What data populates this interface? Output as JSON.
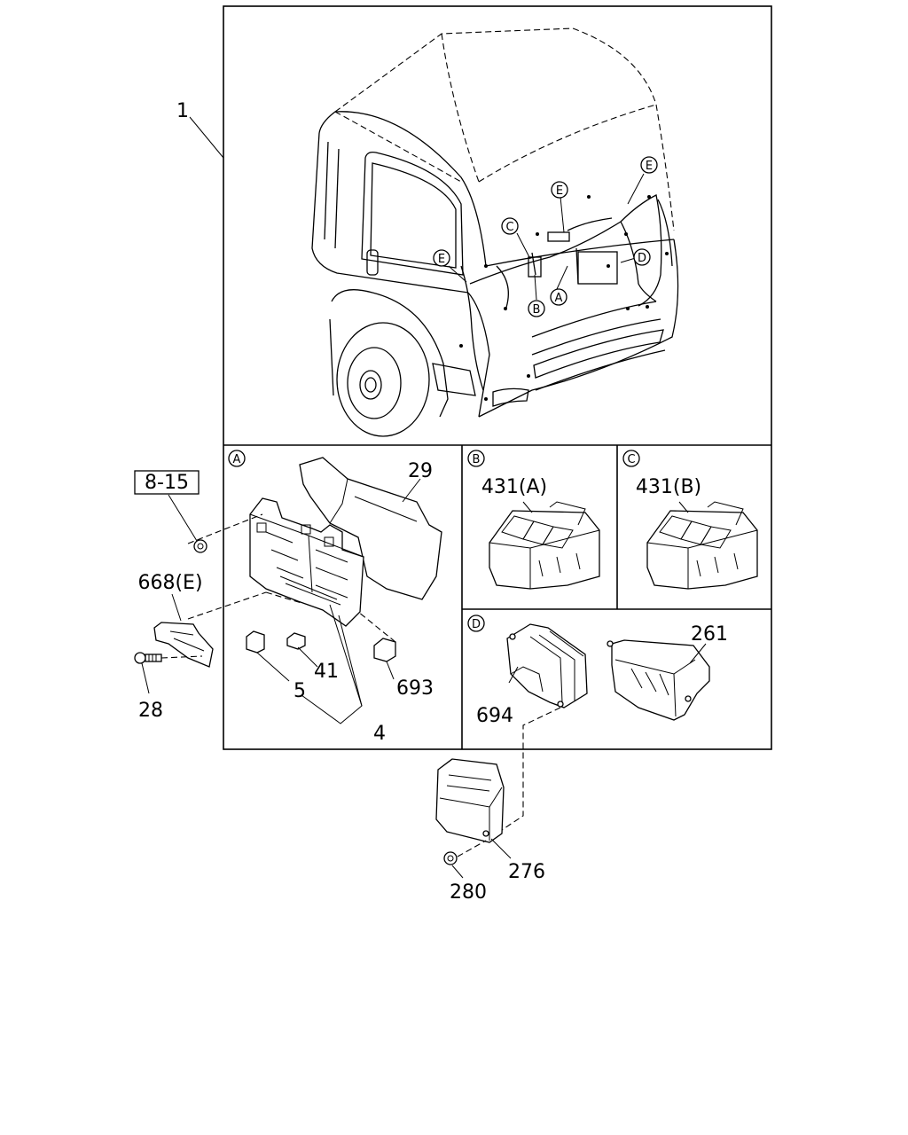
{
  "callouts": {
    "c1": "1",
    "c8_15": "8-15",
    "c29": "29",
    "c668": "668(E)",
    "c28": "28",
    "c5": "5",
    "c41": "41",
    "c4": "4",
    "c693": "693",
    "c431a": "431(A)",
    "c431b": "431(B)",
    "c694": "694",
    "c261": "261",
    "c276": "276",
    "c280": "280"
  },
  "detail_markers": {
    "A": "A",
    "B": "B",
    "C": "C",
    "D": "D",
    "E": "E"
  }
}
